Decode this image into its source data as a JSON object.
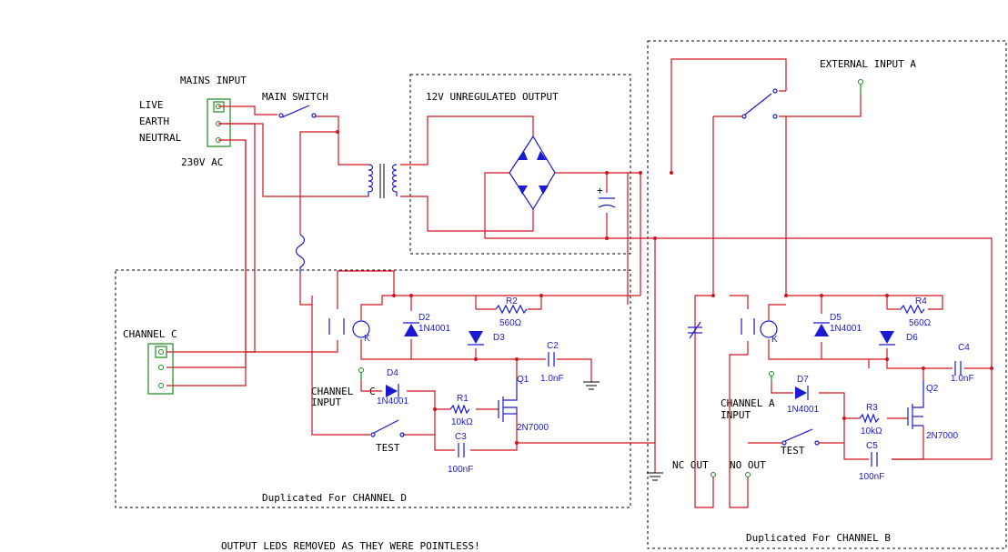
{
  "labels": {
    "mains_input": "MAINS INPUT",
    "main_switch": "MAIN SWITCH",
    "live": "LIVE",
    "earth": "EARTH",
    "neutral": "NEUTRAL",
    "ac": "230V AC",
    "psu": "12V UNREGULATED OUTPUT",
    "ext_input": "EXTERNAL INPUT A",
    "channel_c": "CHANNEL C",
    "ch_input_c_1": "CHANNEL",
    "ch_input_c_2": "INPUT",
    "ch_input_c_letter": "C",
    "ch_input_a_1": "CHANNEL A",
    "ch_input_a_2": "INPUT",
    "test_left": "TEST",
    "test_right": "TEST",
    "nc_out": "NC OUT",
    "no_out": "NO OUT",
    "dup_d": "Duplicated For CHANNEL D",
    "dup_b": "Duplicated For CHANNEL B",
    "footer": "OUTPUT LEDS REMOVED AS THEY WERE POINTLESS!"
  },
  "components": {
    "d2": "D2",
    "d2_part": "1N4001",
    "r2": "R2",
    "r2_val": "560Ω",
    "d3": "D3",
    "c2": "C2",
    "c2_val": "1.0nF",
    "d4": "D4",
    "d4_part": "1N4001",
    "q1": "Q1",
    "q1_part": "2N7000",
    "r1": "R1",
    "r1_val": "10kΩ",
    "c3": "C3",
    "c3_val": "100nF",
    "d5": "D5",
    "d5_part": "1N4001",
    "r4": "R4",
    "r4_val": "560Ω",
    "d6": "D6",
    "c4": "C4",
    "c4_val": "1.0nF",
    "d7": "D7",
    "d7_part": "1N4001",
    "q2": "Q2",
    "q2_part": "2N7000",
    "r3": "R3",
    "r3_val": "10kΩ",
    "c5": "C5",
    "c5_val": "100nF",
    "relay_k_left": "K",
    "relay_k_right": "K",
    "plus": "+"
  },
  "colors": {
    "wire": "#d0141e",
    "component": "#1a1ad0",
    "connector": "#1c8a1c",
    "text": "#000000"
  }
}
